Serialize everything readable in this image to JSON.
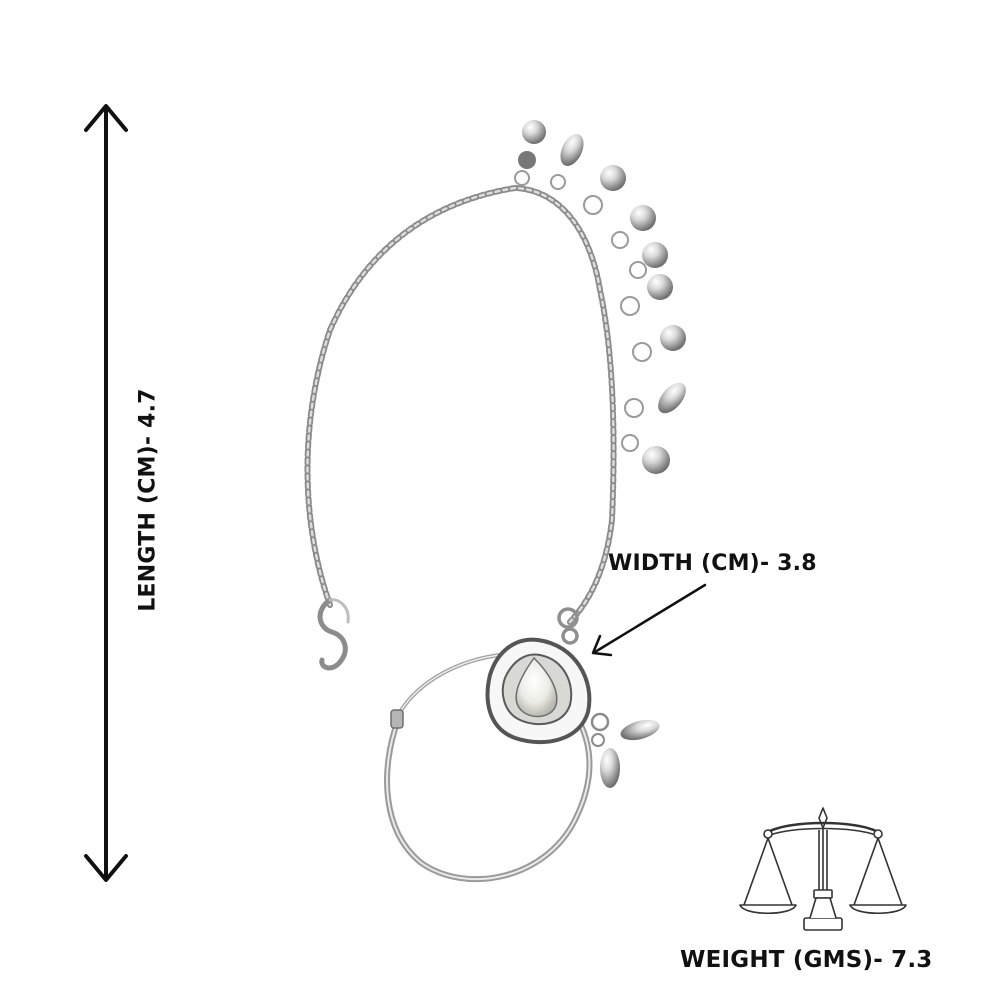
{
  "labels": {
    "length": "LENGTH (CM)- 4.7",
    "width": "WIDTH (CM)- 3.8",
    "weight": "WEIGHT (GMS)- 7.3"
  },
  "icons": {
    "length_arrow": "double-headed-vertical-arrow",
    "width_arrow": "diagonal-pointer-arrow",
    "weight": "balance-scale-icon"
  },
  "colors": {
    "background": "#ffffff",
    "text": "#111111",
    "silver_light": "#e6e6e6",
    "silver_dark": "#7a7a7a",
    "stone": "#f2f2ee"
  }
}
